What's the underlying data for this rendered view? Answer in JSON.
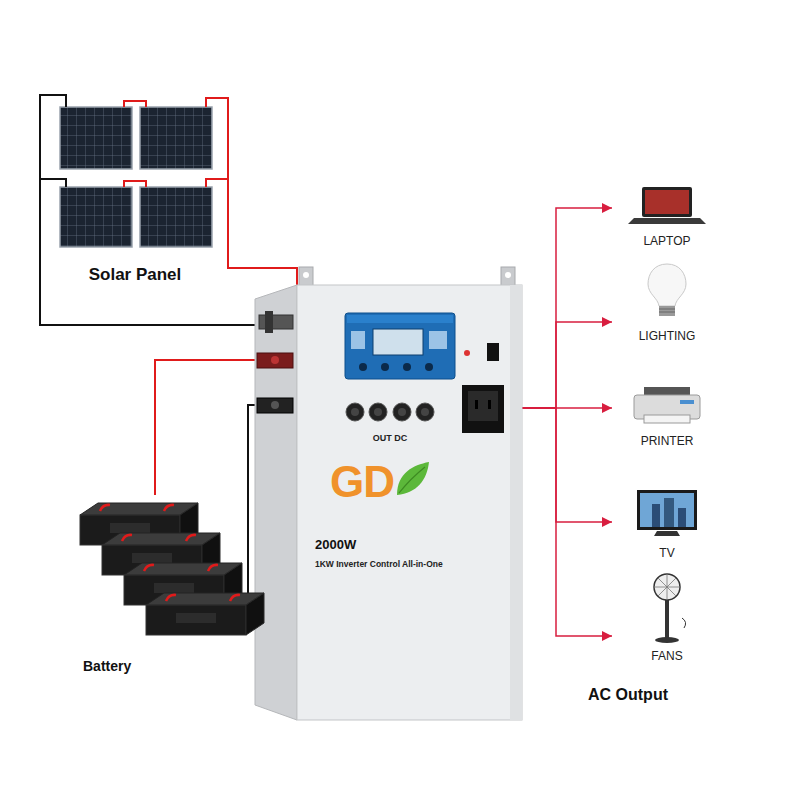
{
  "diagram": {
    "nodes": [
      {
        "text": [
          "Solar Panel"
        ]
      },
      {
        "text": [
          "OUT DC",
          "2000W",
          "1KW Inverter Control All-in-One"
        ]
      },
      {
        "text": [
          "Battery"
        ]
      },
      {
        "text": [
          "LAPTOP"
        ]
      },
      {
        "text": [
          "LIGHTING"
        ]
      },
      {
        "text": [
          "PRINTER"
        ]
      },
      {
        "text": [
          "TV"
        ]
      },
      {
        "text": [
          "FANS"
        ]
      }
    ],
    "edges": [
      {
        "from": 0,
        "to": 1,
        "arrow": "none"
      },
      {
        "from": 2,
        "to": 1,
        "arrow": "none"
      },
      {
        "from": 1,
        "to": 3,
        "arrow": "to"
      },
      {
        "from": 1,
        "to": 4,
        "arrow": "to"
      },
      {
        "from": 1,
        "to": 5,
        "arrow": "to"
      },
      {
        "from": 1,
        "to": 6,
        "arrow": "to"
      },
      {
        "from": 1,
        "to": 7,
        "arrow": "to"
      }
    ],
    "labels": [
      "GD",
      "AC Output"
    ]
  }
}
